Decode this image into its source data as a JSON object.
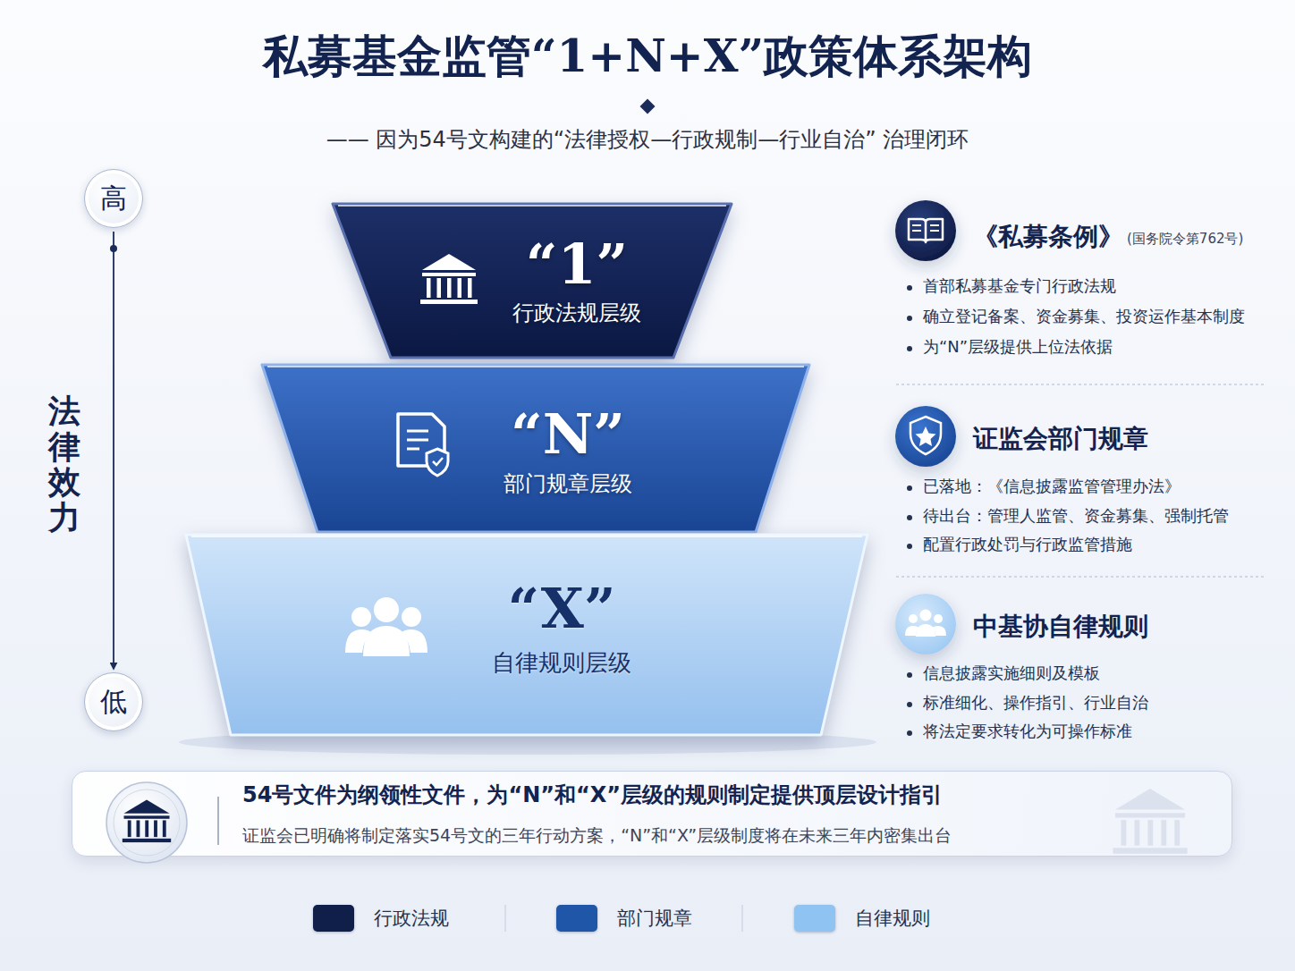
{
  "diagram": {
    "title": "私募基金监管“1+N+X”政策体系架构",
    "nodes": [
      {
        "text": [
          "高"
        ]
      },
      {
        "text": [
          "“1”",
          "行政法规层级"
        ]
      },
      {
        "text": [
          "“N”",
          "部门规章层级"
        ]
      },
      {
        "text": [
          "“X”",
          "自律规则层级"
        ]
      },
      {
        "text": [
          "低"
        ]
      },
      {
        "text": [
          "54号文件为纲领性文件，为“N”和“X”层级的规则制定提供顶层设计指引",
          "证监会已明确将制定落实54号文的三年行动方案，“N”和“X”层级制度将在未来三年内密集出台"
        ]
      }
    ],
    "edges": [
      {
        "from": 0,
        "to": 4,
        "arrow": "to"
      }
    ],
    "labels": [
      "—— 因为54号文构建的“法律授权—行政规制—行业自治” 治理闭环",
      "法律效力",
      "《私募条例》",
      "(国务院令第762号)",
      "首部私募基金专门行政法规",
      "确立登记备案、资金募集、投资运作基本制度",
      "为“N”层级提供上位法依据",
      "证监会部门规章",
      "已落地：《信息披露监管管理办法》",
      "待出台：管理人监管、资金募集、强制托管",
      "配置行政处罚与行政监管措施",
      "中基协自律规则",
      "信息披露实施细则及模板",
      "标准细化、操作指引、行业自治",
      "将法定要求转化为可操作标准"
    ],
    "legend": [
      {
        "text": "行政法规",
        "color": "#0f1f4a"
      },
      {
        "text": "部门规章",
        "color": "#1f56a8"
      },
      {
        "text": "自律规则",
        "color": "#8ec3f2"
      }
    ]
  }
}
